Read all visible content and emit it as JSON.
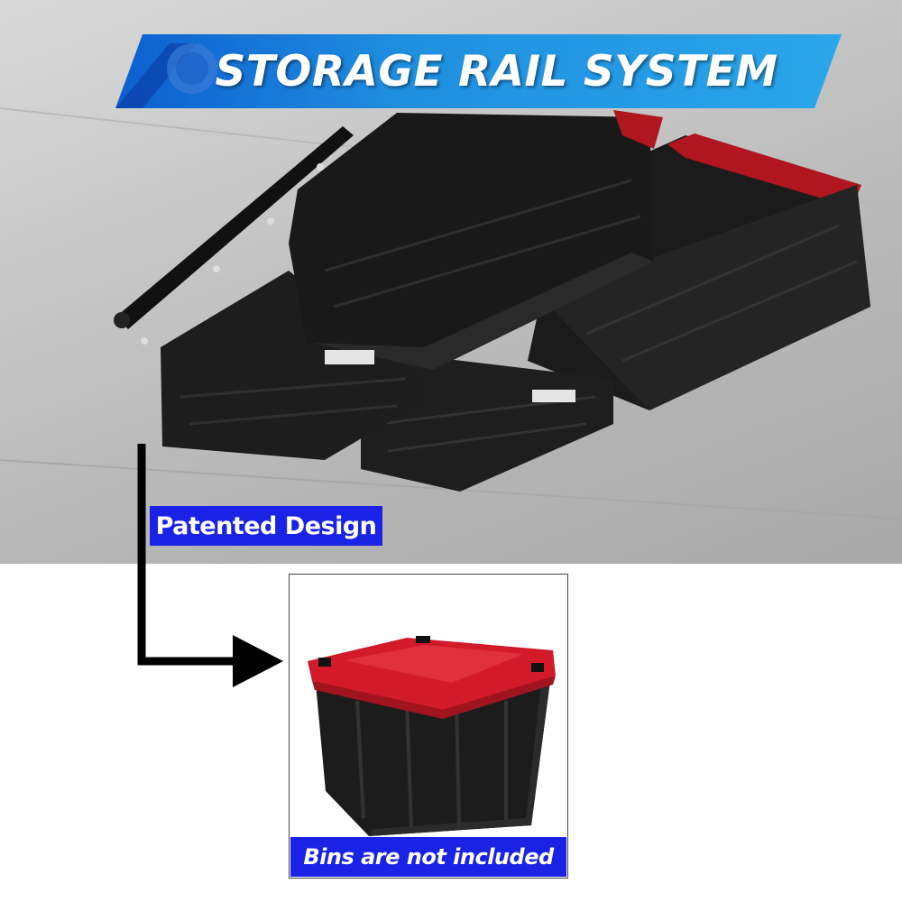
{
  "banner": {
    "title": "STORAGE RAIL SYSTEM",
    "bg_color": "#1f8fe0",
    "accent_color": "#0b3fa8"
  },
  "callout": {
    "label": "Patented Design",
    "bg_color": "#1a22e6"
  },
  "product": {
    "note": "Bins are not included",
    "lid_color": "#d21a2a",
    "body_color": "#1c1c1c"
  },
  "icons": {
    "arrow": "arrow-right-icon"
  }
}
